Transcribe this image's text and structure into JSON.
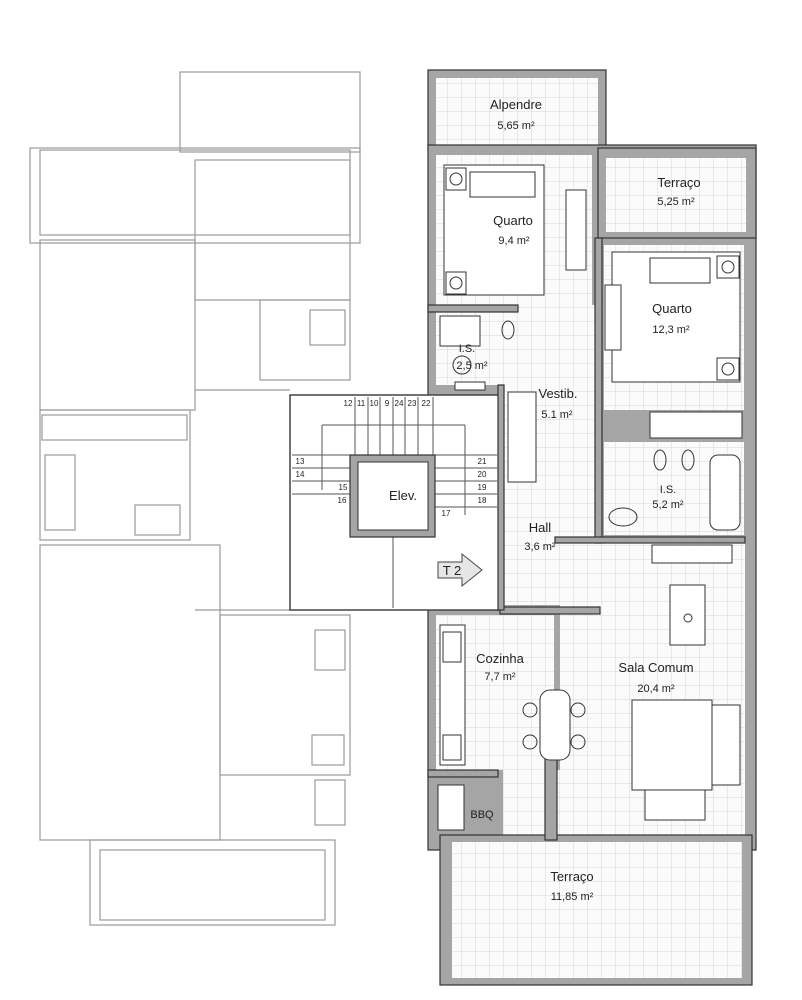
{
  "rooms": {
    "alpendre": {
      "name": "Alpendre",
      "area": "5,65 m²"
    },
    "terraco_top": {
      "name": "Terraço",
      "area": "5,25 m²"
    },
    "quarto1": {
      "name": "Quarto",
      "area": "9,4 m²"
    },
    "quarto2": {
      "name": "Quarto",
      "area": "12,3 m²"
    },
    "is1": {
      "name": "I.S.",
      "area": "2,5 m²"
    },
    "vestib": {
      "name": "Vestib.",
      "area": "5.1 m²"
    },
    "is2": {
      "name": "I.S.",
      "area": "5,2 m²"
    },
    "hall": {
      "name": "Hall",
      "area": "3,6 m²"
    },
    "elev": {
      "name": "Elev."
    },
    "cozinha": {
      "name": "Cozinha",
      "area": "7,7 m²"
    },
    "sala": {
      "name": "Sala Comum",
      "area": "20,4 m²"
    },
    "bbq": {
      "name": "BBQ"
    },
    "terraco_bottom": {
      "name": "Terraço",
      "area": "11,85 m²"
    }
  },
  "unit_tag": "T 2",
  "stairs": {
    "top": [
      "12",
      "11",
      "10",
      "9",
      "24",
      "23",
      "22"
    ],
    "left": [
      "13",
      "14",
      "15",
      "16"
    ],
    "right": [
      "21",
      "20",
      "19",
      "18",
      "17"
    ]
  }
}
